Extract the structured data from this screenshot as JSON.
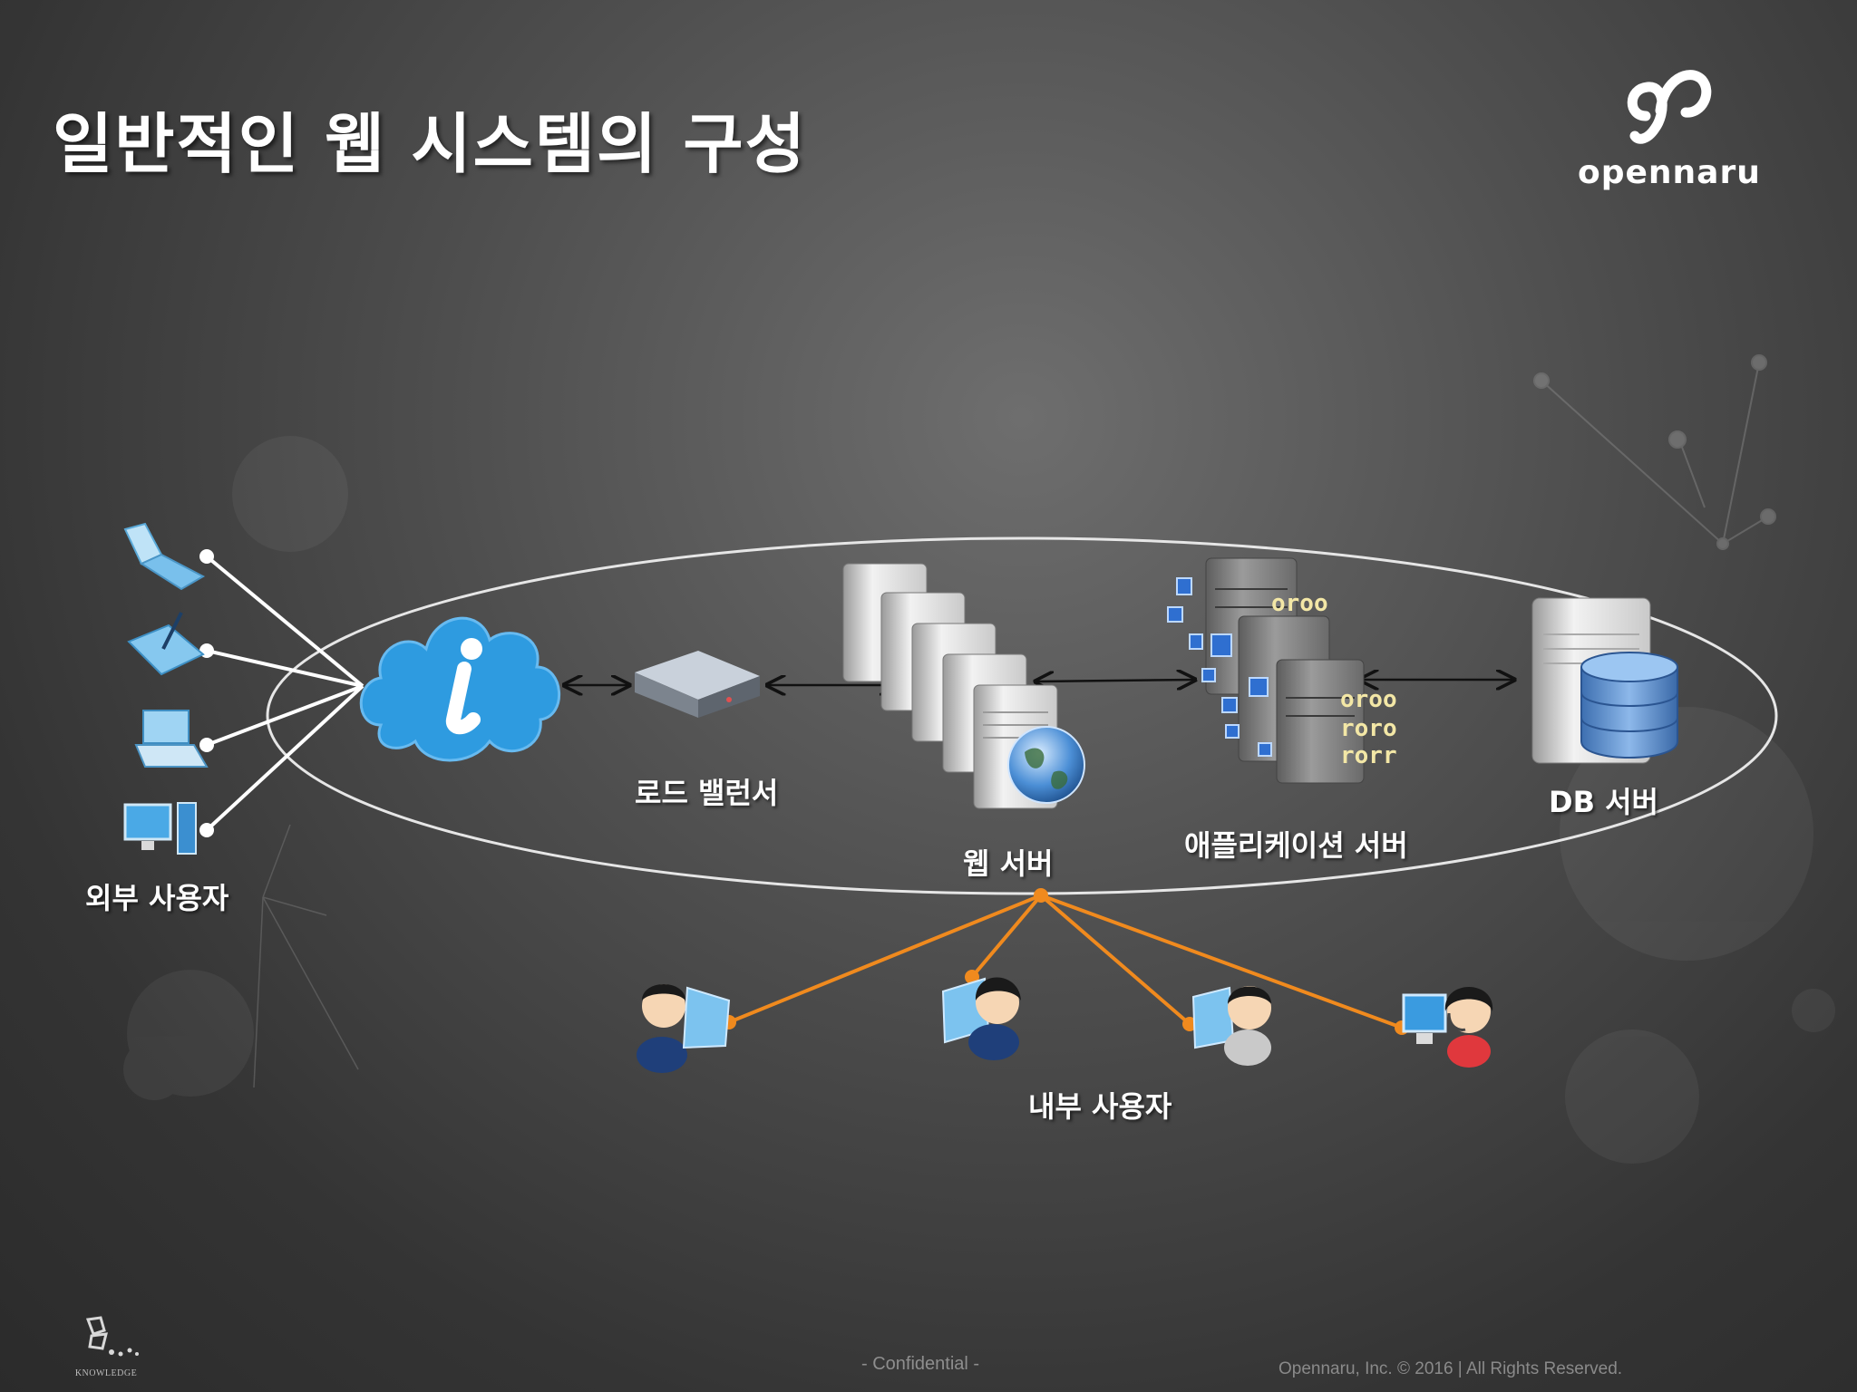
{
  "slide": {
    "title": "일반적인 웹 시스템의 구성"
  },
  "logo": {
    "brand": "opennaru"
  },
  "diagram": {
    "nodes": {
      "load_balancer": "로드 밸런서",
      "web_server": "웹 서버",
      "app_server": "애플리케이션 서버",
      "db_server": "DB 서버",
      "external_users": "외부 사용자",
      "internal_users": "내부 사용자"
    },
    "binary_text": [
      "oroo",
      "roro",
      "rorr"
    ],
    "colors": {
      "internal_links": "#f08a1e",
      "cloud": "#2e9be0",
      "ellipse": "#e6e6e6"
    }
  },
  "footer": {
    "confidential": "- Confidential -",
    "copyright": "Opennaru, Inc. ©  2016 | All Rights Reserved.",
    "knowledge": "KNOWLEDGE"
  }
}
